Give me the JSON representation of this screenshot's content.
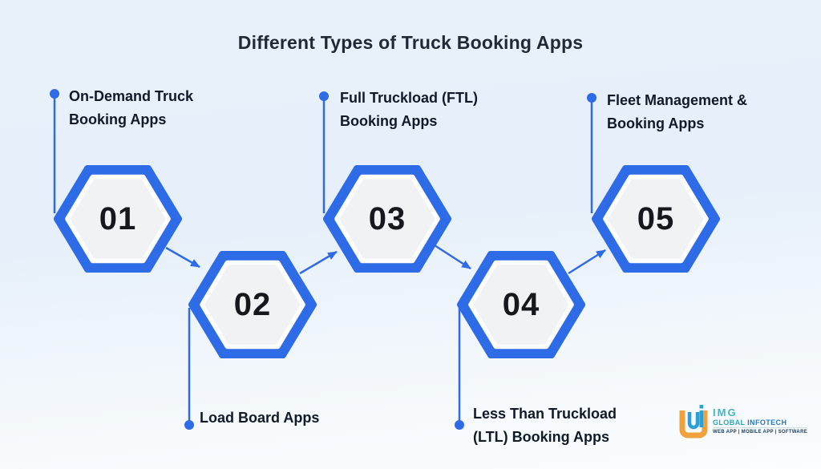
{
  "title": "Different Types of Truck Booking Apps",
  "items": [
    {
      "number": "01",
      "label_line1": "On-Demand Truck",
      "label_line2": "Booking Apps",
      "label_position": "top"
    },
    {
      "number": "02",
      "label_line1": "Load Board Apps",
      "label_line2": "",
      "label_position": "bottom"
    },
    {
      "number": "03",
      "label_line1": "Full Truckload (FTL)",
      "label_line2": "Booking Apps",
      "label_position": "top"
    },
    {
      "number": "04",
      "label_line1": "Less Than Truckload",
      "label_line2": "(LTL) Booking Apps",
      "label_position": "bottom"
    },
    {
      "number": "05",
      "label_line1": "Fleet Management &",
      "label_line2": "Booking Apps",
      "label_position": "top"
    }
  ],
  "colors": {
    "accent_blue": "#2e6be6",
    "hexagon_fill": "#f1f2f4",
    "hexagon_ring": "#fdfdfe",
    "number_text": "#15181d",
    "label_text": "#101a28",
    "background_top": "#e9f1f9",
    "background_bottom": "#fbfdff",
    "logo_orange": "#efa13b",
    "logo_teal": "#2fa9b8",
    "logo_blue": "#2a7ab8"
  },
  "logo": {
    "brand": "IMG",
    "subtitle_word1": "GLOBAL",
    "subtitle_word2": "INFOTECH",
    "tagline": "WEB APP | MOBILE APP | SOFTWARE"
  }
}
